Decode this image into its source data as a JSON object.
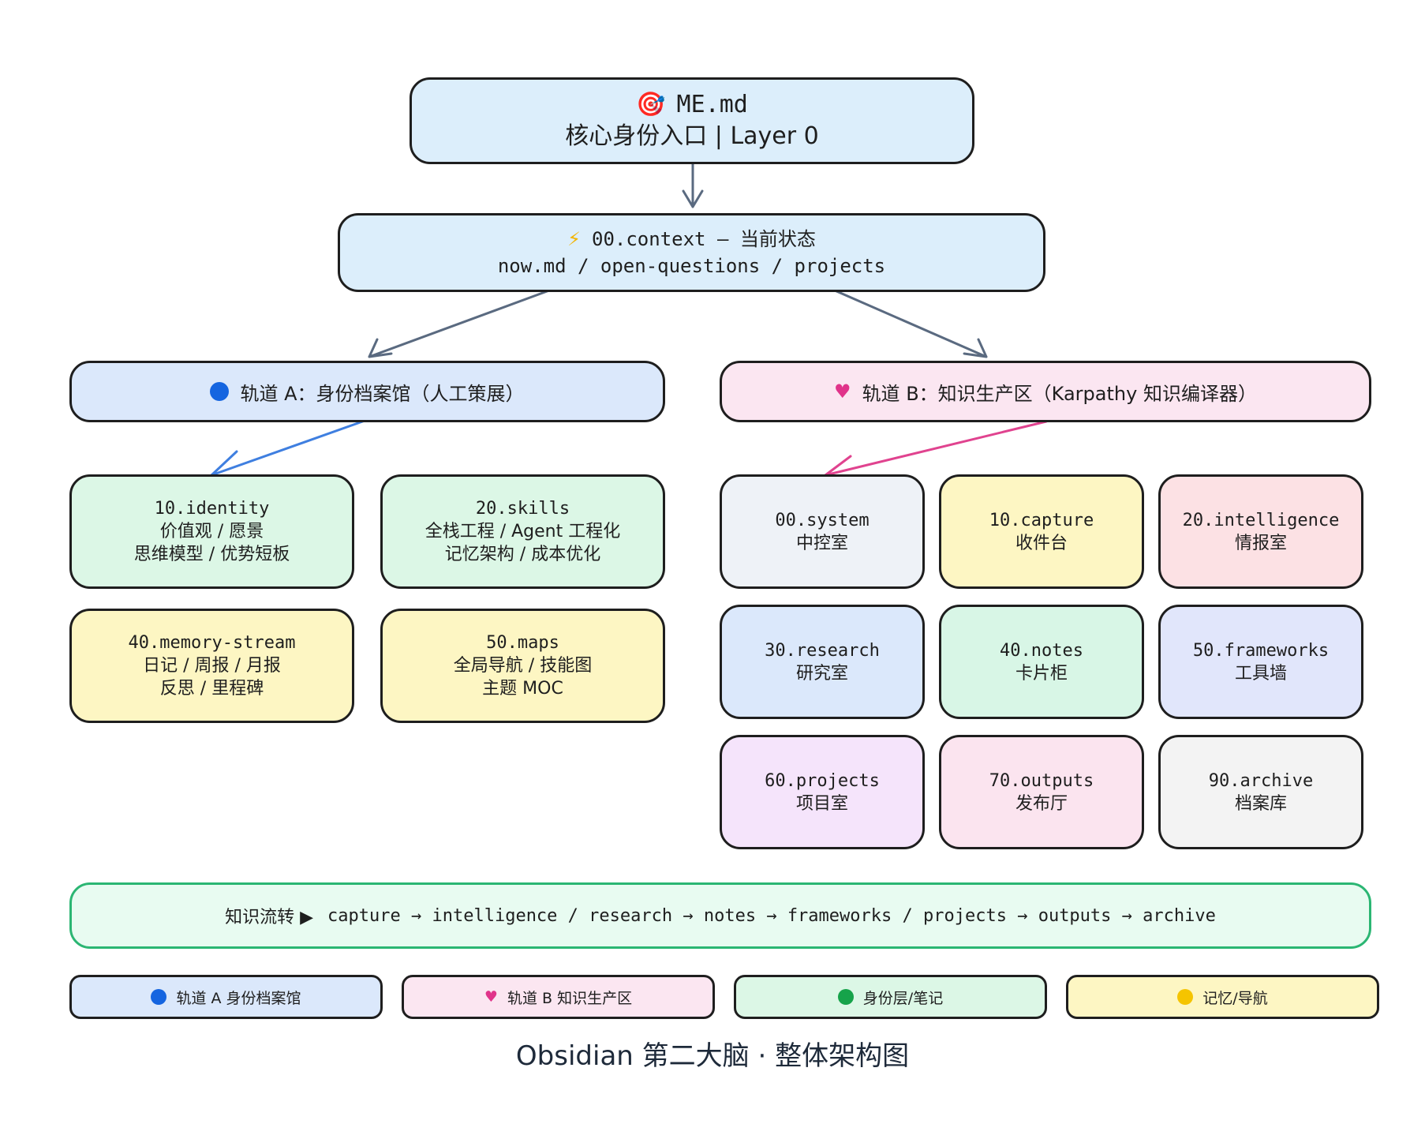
{
  "root": {
    "icon": "target-icon",
    "line1": "ME.md",
    "line2": "核心身份入口 | Layer 0"
  },
  "context": {
    "icon": "lightning-icon",
    "line1": "00.context — 当前状态",
    "line2": "now.md / open-questions / projects"
  },
  "track_a": {
    "icon": "blue-circle-icon",
    "label": "轨道 A：身份档案馆（人工策展）",
    "color": "#dbe8fb"
  },
  "track_b": {
    "icon": "pink-heart-icon",
    "label": "轨道 B：知识生产区（Karpathy 知识编译器）",
    "color": "#fbe6f1"
  },
  "track_a_nodes": [
    {
      "title": "10.identity",
      "sub1": "价值观 / 愿景",
      "sub2": "思维模型 / 优势短板",
      "color": "#dcf7e6"
    },
    {
      "title": "20.skills",
      "sub1": "全栈工程 / Agent 工程化",
      "sub2": "记忆架构 / 成本优化",
      "color": "#dcf7e6"
    },
    {
      "title": "40.memory-stream",
      "sub1": "日记 / 周报 / 月报",
      "sub2": "反思 / 里程碑",
      "color": "#fdf6c3"
    },
    {
      "title": "50.maps",
      "sub1": "全局导航 / 技能图",
      "sub2": "主题 MOC",
      "color": "#fdf6c3"
    }
  ],
  "track_b_nodes": [
    {
      "title": "00.system",
      "sub1": "中控室",
      "color": "#eef2f7"
    },
    {
      "title": "10.capture",
      "sub1": "收件台",
      "color": "#fdf6c3"
    },
    {
      "title": "20.intelligence",
      "sub1": "情报室",
      "color": "#fce1e4"
    },
    {
      "title": "30.research",
      "sub1": "研究室",
      "color": "#dbe8fb"
    },
    {
      "title": "40.notes",
      "sub1": "卡片柜",
      "color": "#d8f6e6"
    },
    {
      "title": "50.frameworks",
      "sub1": "工具墙",
      "color": "#e1e6fb"
    },
    {
      "title": "60.projects",
      "sub1": "项目室",
      "color": "#f5e4fb"
    },
    {
      "title": "70.outputs",
      "sub1": "发布厅",
      "color": "#fbe4ef"
    },
    {
      "title": "90.archive",
      "sub1": "档案库",
      "color": "#f3f3f3"
    }
  ],
  "flow": {
    "label": "知识流转 ▶",
    "text": "capture → intelligence / research → notes → frameworks / projects → outputs → archive"
  },
  "legend": [
    {
      "icon": "blue-circle-icon",
      "label": "轨道 A 身份档案馆",
      "color": "#dbe8fb"
    },
    {
      "icon": "pink-heart-icon",
      "label": "轨道 B 知识生产区",
      "color": "#fbe6f1"
    },
    {
      "icon": "green-circle-icon",
      "label": "身份层/笔记",
      "color": "#dcf7e6"
    },
    {
      "icon": "yellow-circle-icon",
      "label": "记忆/导航",
      "color": "#fdf6c3"
    }
  ],
  "caption": "Obsidian 第二大脑 · 整体架构图"
}
